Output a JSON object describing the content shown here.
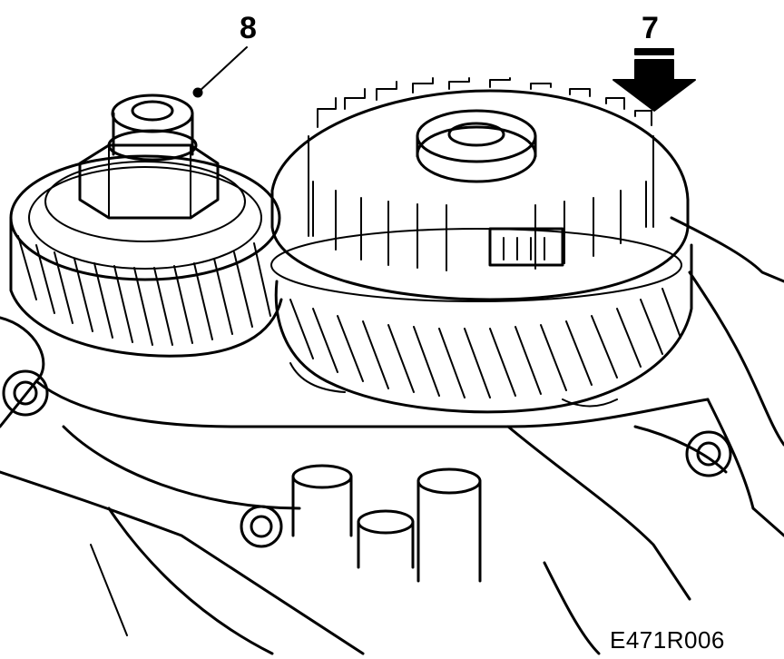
{
  "figure": {
    "callouts": [
      "8",
      "7"
    ],
    "figure_code": "E471R006"
  },
  "colors": {
    "ink": "#000000",
    "paper": "#ffffff"
  }
}
